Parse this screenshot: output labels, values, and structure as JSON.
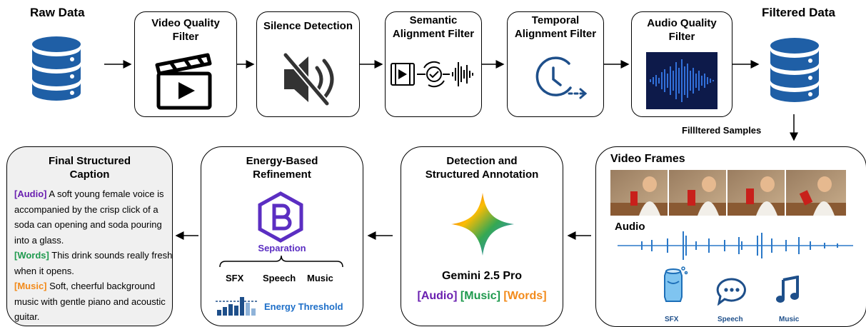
{
  "top": {
    "raw_data": "Raw Data",
    "filtered_data": "Filtered Data",
    "filtered_samples": "Fillltered Samples"
  },
  "stages": {
    "video_quality": "Video Quality Filter",
    "silence": "Silence Detection",
    "semantic": "Semantic Alignment Filter",
    "temporal": "Temporal Alignment Filter",
    "audio_quality": "Audio Quality Filter"
  },
  "video_box": {
    "title": "Video Frames",
    "audio_label": "Audio",
    "sfx": "SFX",
    "speech": "Speech",
    "music": "Music"
  },
  "detection_box": {
    "title": "Detection and Structured Annotation",
    "model": "Gemini 2.5 Pro",
    "tag_audio": "[Audio]",
    "tag_music": "[Music]",
    "tag_words": "[Words]"
  },
  "energy_box": {
    "title": "Energy-Based Refinement",
    "separation": "Separation",
    "sfx": "SFX",
    "speech": "Speech",
    "music": "Music",
    "threshold": "Energy Threshold"
  },
  "caption_box": {
    "title": "Final Structured Caption",
    "audio_tag": "[Audio]",
    "audio_text": " A soft young female voice is accompanied by the crisp click of a soda can opening and soda pouring into a glass.",
    "words_tag": "[Words]",
    "words_text": " This drink sounds really fresh when it opens.",
    "music_tag": "[Music]",
    "music_text": " Soft, cheerful background music with gentle piano and acoustic guitar."
  },
  "colors": {
    "db_blue": "#1f5fa6",
    "audio_purple": "#6a1fb0",
    "music_green": "#1f9a4e",
    "words_orange": "#f28a1a",
    "icon_blue": "#1e4f8a",
    "caption_bg": "#f0f0f0"
  }
}
